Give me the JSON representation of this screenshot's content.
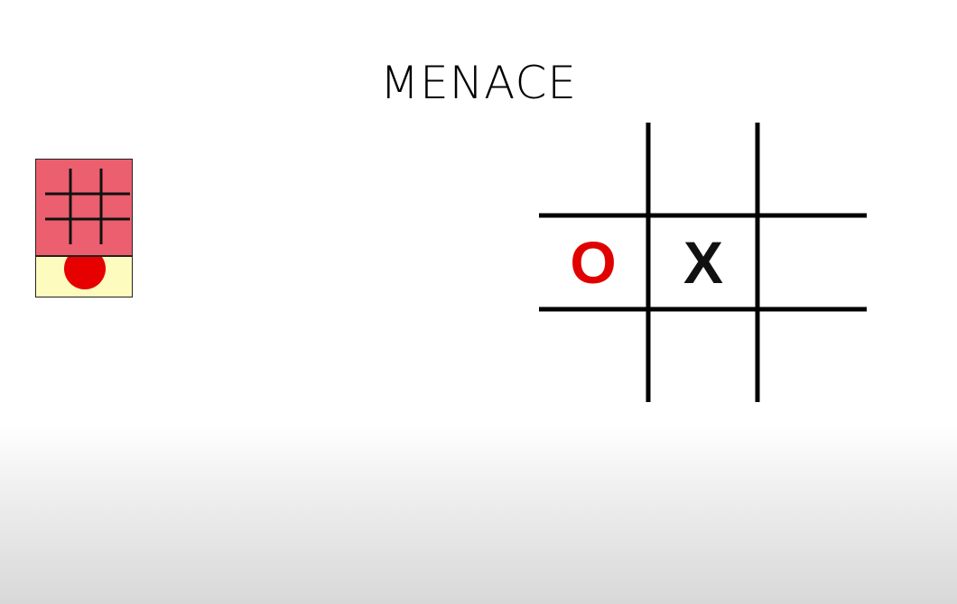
{
  "title": "MENACE",
  "colors": {
    "matchbox_lid": "#ec5f6f",
    "matchbox_tray": "#fdfbbd",
    "bead": "#e60000",
    "o_mark": "#e00000",
    "x_mark": "#111111",
    "grid_line": "#000000"
  },
  "matchbox": {
    "bead_color_name": "red"
  },
  "board": {
    "cells": [
      [
        "",
        "",
        ""
      ],
      [
        "O",
        "X",
        ""
      ],
      [
        "",
        "",
        ""
      ]
    ]
  }
}
